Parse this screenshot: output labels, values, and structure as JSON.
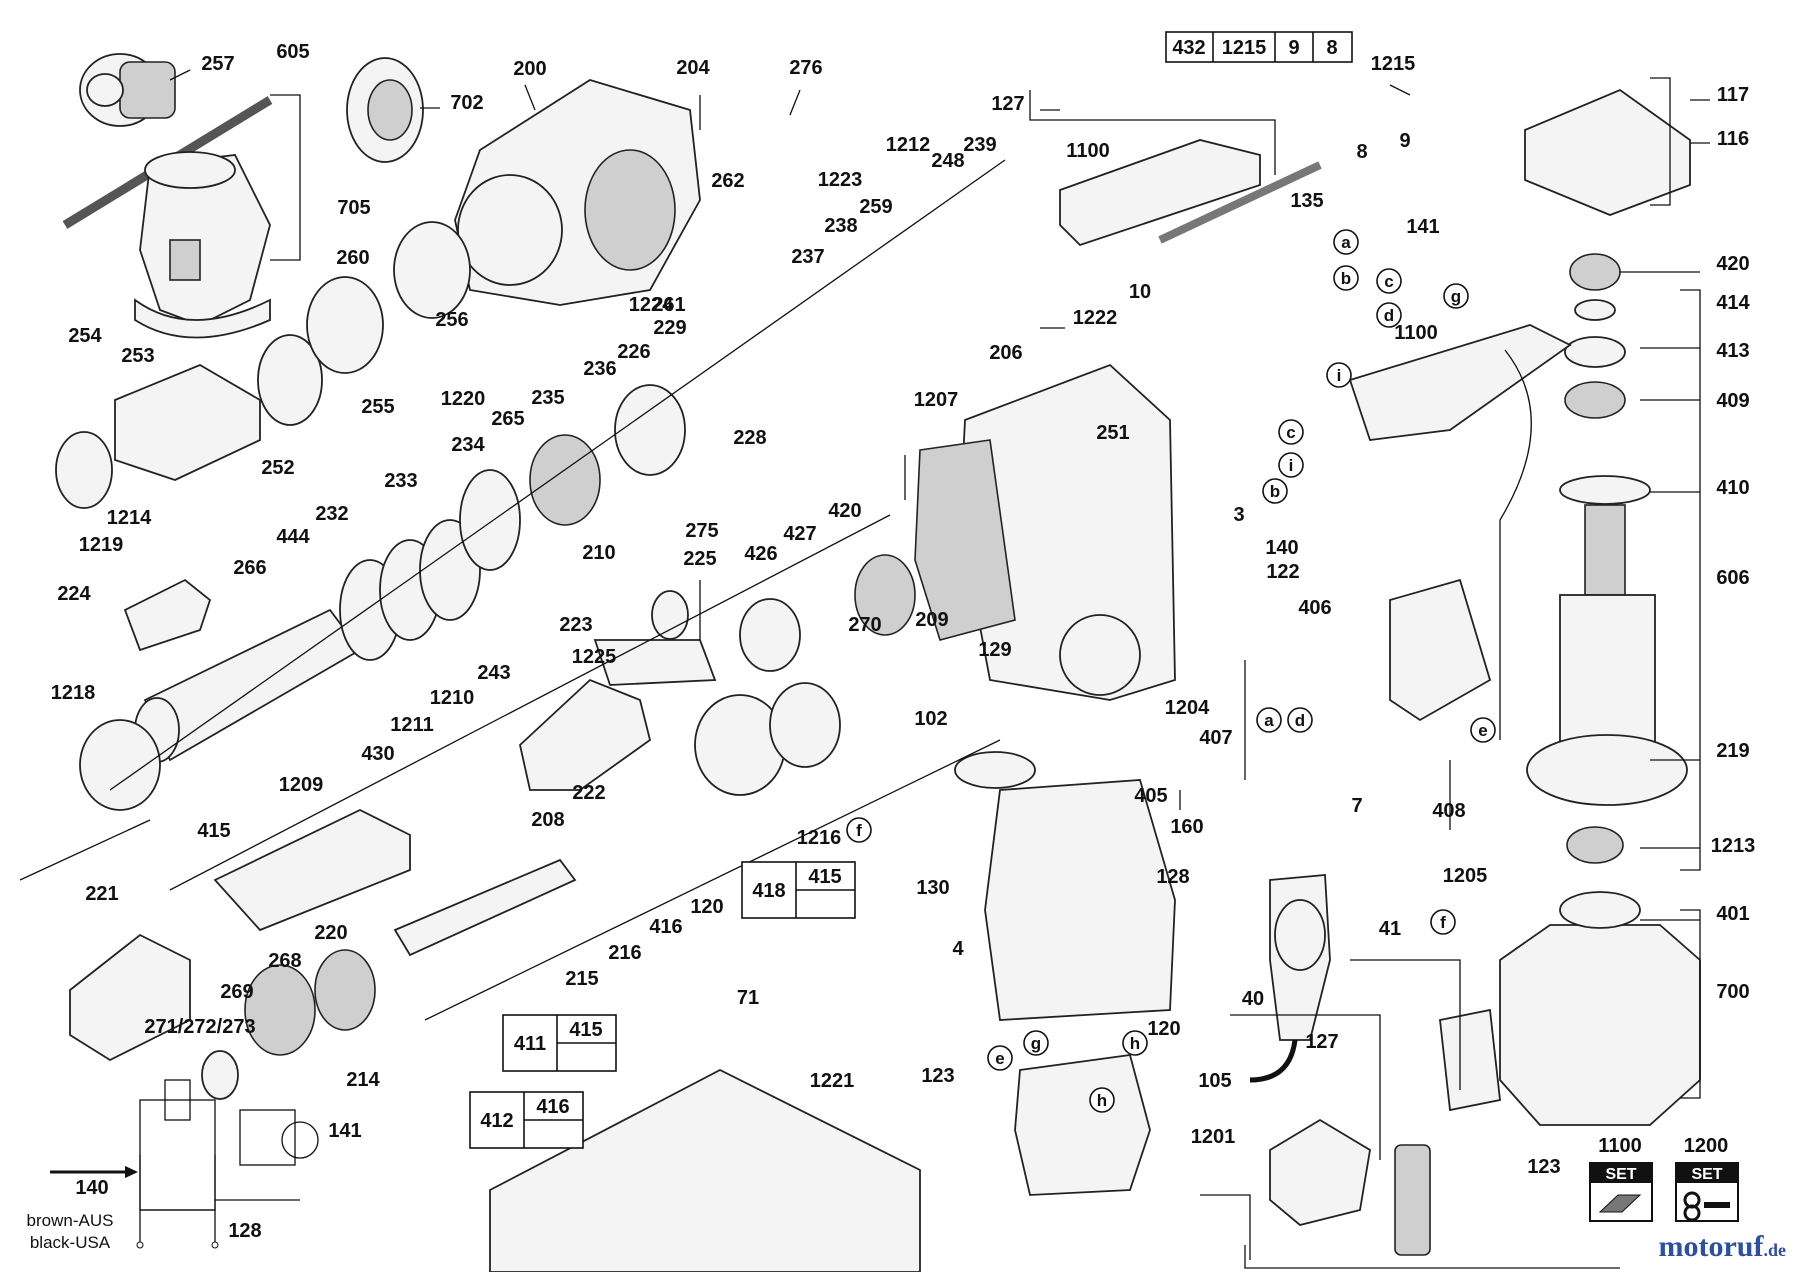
{
  "header_box": [
    "432",
    "1215",
    "9",
    "8"
  ],
  "sets": [
    {
      "num": "1100",
      "tag": "SET"
    },
    {
      "num": "1200",
      "tag": "SET"
    }
  ],
  "wiring": {
    "label": "140",
    "sub1": "brown-AUS",
    "sub2": "black-USA",
    "label2": "128",
    "label3": "141"
  },
  "watermark": {
    "main": "motoruf",
    "suffix": ".de",
    "color": "#2c4fa3"
  },
  "group_boxes": [
    {
      "a": "418",
      "b": "415"
    },
    {
      "a": "411",
      "b": "415"
    },
    {
      "a": "412",
      "b": "416"
    }
  ],
  "labels": [
    "257",
    "605",
    "702",
    "200",
    "204",
    "276",
    "127",
    "1215",
    "117",
    "116",
    "705",
    "254",
    "253",
    "260",
    "256",
    "262",
    "1223",
    "1100",
    "8",
    "9",
    "135",
    "420",
    "141",
    "1212",
    "239",
    "248",
    "259",
    "238",
    "237",
    "1224",
    "261",
    "1222",
    "10",
    "1100",
    "414",
    "413",
    "409",
    "1220",
    "255",
    "252",
    "1214",
    "1219",
    "226",
    "229",
    "236",
    "235",
    "206",
    "1207",
    "251",
    "3",
    "410",
    "265",
    "234",
    "233",
    "232",
    "444",
    "266",
    "228",
    "275",
    "420",
    "427",
    "426",
    "225",
    "210",
    "270",
    "209",
    "129",
    "140",
    "122",
    "406",
    "606",
    "224",
    "223",
    "1225",
    "1218",
    "243",
    "1210",
    "1211",
    "430",
    "1209",
    "222",
    "208",
    "102",
    "1204",
    "407",
    "219",
    "1216",
    "405",
    "160",
    "7",
    "408",
    "1213",
    "415",
    "221",
    "220",
    "268",
    "269",
    "271/272/273",
    "214",
    "215",
    "216",
    "416",
    "120",
    "130",
    "4",
    "128",
    "1205",
    "401",
    "700",
    "71",
    "1221",
    "123",
    "105",
    "1201",
    "120",
    "40",
    "41",
    "127",
    "123"
  ],
  "letters": [
    "a",
    "b",
    "c",
    "d",
    "g",
    "i",
    "c",
    "i",
    "b",
    "a",
    "d",
    "e",
    "f",
    "f",
    "e",
    "g",
    "h",
    "h"
  ]
}
